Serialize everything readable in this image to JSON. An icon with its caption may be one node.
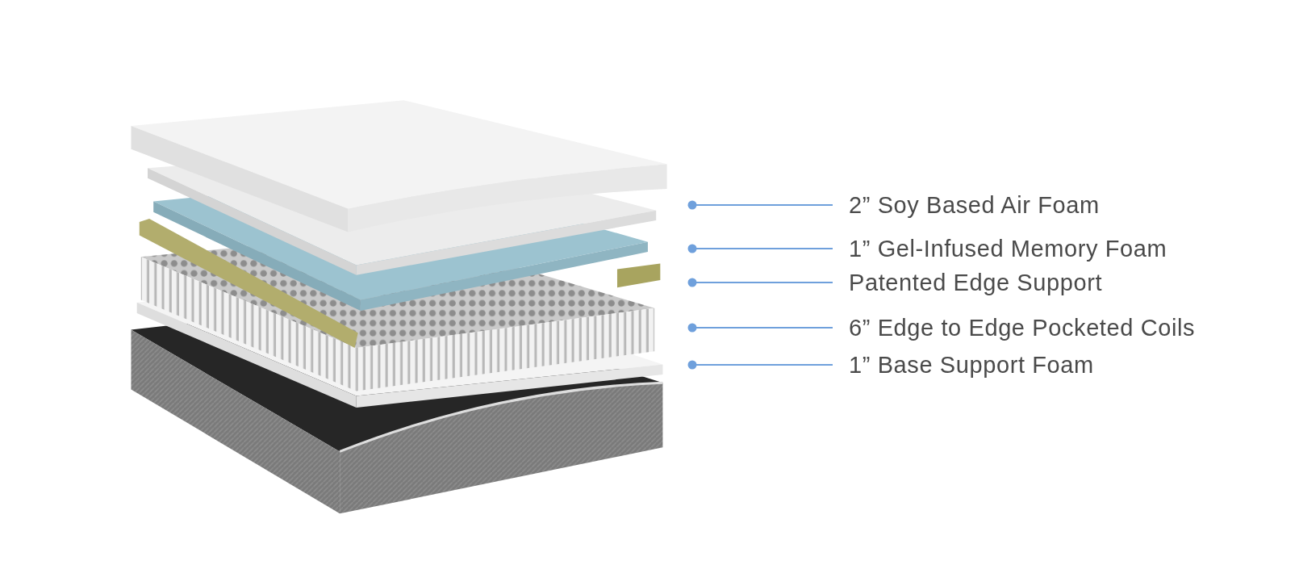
{
  "diagram": {
    "nodes": [
      {
        "text": [
          "2” Soy Based Air Foam"
        ]
      },
      {
        "text": [
          "1” Gel-Infused Memory Foam"
        ]
      },
      {
        "text": [
          "Patented Edge Support"
        ]
      },
      {
        "text": [
          "6” Edge to Edge Pocketed Coils"
        ]
      },
      {
        "text": [
          "1” Base Support Foam"
        ]
      }
    ],
    "edges": [
      {
        "from": 0,
        "to": null,
        "arrow": "other"
      },
      {
        "from": 1,
        "to": null,
        "arrow": "other"
      },
      {
        "from": 2,
        "to": null,
        "arrow": "other"
      },
      {
        "from": 3,
        "to": null,
        "arrow": "other"
      },
      {
        "from": 4,
        "to": null,
        "arrow": "other"
      }
    ]
  }
}
